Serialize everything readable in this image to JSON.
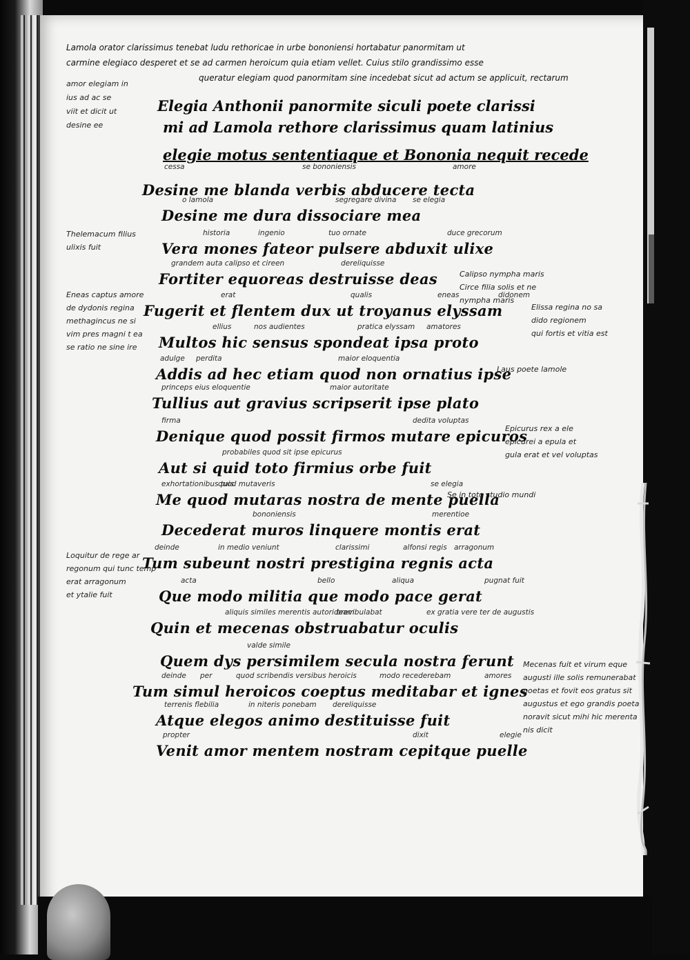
{
  "intro": [
    "Lamola orator clarissimus tenebat ludu rethoricae in urbe bononiensi hortabatur panormitam ut",
    "carmine elegiaco desperet et se ad carmen heroicum quia etiam vellet. Cuius stilo grandissimo esse",
    "queratur elegiam quod panormitam sine incedebat sicut ad actum se applicuit, rectarum"
  ],
  "intro_left_note": [
    "amor elegiam in",
    "ius ad ac se",
    "viit et dicit ut",
    "desine ee"
  ],
  "title": [
    "Elegia Anthonii panormite siculi poete clarissi",
    "mi ad Lamola rethore clarissimus quam latinius",
    "elegie motus sententiaque et Bononia nequit recede"
  ],
  "lines": [
    {
      "gloss": [
        "cessa",
        "se bononiensis",
        "amore"
      ],
      "text": "Desine me blanda verbis abducere tecta"
    },
    {
      "gloss": [
        "o lamola",
        "segregare divina",
        "se elegia"
      ],
      "text": "Desine me dura dissociare mea"
    },
    {
      "gloss": [
        "historia",
        "ingenio",
        "tuo ornate",
        "duce grecorum"
      ],
      "text": "Vera mones fateor pulsere abduxit ulixe"
    },
    {
      "gloss": [
        "grandem aut",
        "a calipso et cireen",
        "dereliquisse"
      ],
      "text": "Fortiter equoreas destruisse deas"
    },
    {
      "gloss": [
        "erat",
        "qualis",
        "eneas",
        "didonem"
      ],
      "text": "Fugerit et flentem dux ut troyanus elyssam"
    },
    {
      "gloss": [
        "ellius",
        "nos audientes",
        "pratica elyssam",
        "amatores"
      ],
      "text": "Multos hic sensus spondeat ipsa proto"
    },
    {
      "gloss": [
        "adulge",
        "perdita",
        "maior eloquentia"
      ],
      "text": "Addis ad hec etiam quod non ornatius ipse"
    },
    {
      "gloss": [
        "princeps eius eloquentie",
        "maior autoritate"
      ],
      "text": "Tullius aut gravius scripserit ipse plato"
    },
    {
      "gloss": [
        "firma",
        "dedita voluptas"
      ],
      "text": "Denique quod possit firmos mutare epicuros"
    },
    {
      "gloss": [
        "probabiles quod sit ipse epicurus"
      ],
      "text": "Aut si quid toto firmius orbe fuit"
    },
    {
      "gloss": [
        "exhortationibus tuis",
        "quod mutaveris",
        "se elegia"
      ],
      "text": "Me quod mutaras nostra de mente puella"
    },
    {
      "gloss": [
        "bononiensis",
        "merentioe"
      ],
      "text": "Decederat muros linquere montis erat"
    },
    {
      "gloss": [
        "deinde",
        "in medio veniunt",
        "clarissimi",
        "alfonsi regis",
        "arragonum"
      ],
      "text": "Tum subeunt nostri prestigina regnis acta"
    },
    {
      "gloss": [
        "acta",
        "bello",
        "aliqua",
        "pugnat fuit"
      ],
      "text": "Que modo militia que modo pace gerat"
    },
    {
      "gloss": [
        "aliquis similes merentis autori brevi",
        "deambulabat",
        "ex gratia vere ter de augustis"
      ],
      "text": "Quin et mecenas obstruabatur oculis"
    },
    {
      "gloss": [
        "valde simile"
      ],
      "text": "Quem dys persimilem secula nostra ferunt"
    },
    {
      "gloss": [
        "deinde",
        "per",
        "quod scribendis versibus heroicis",
        "modo recederebam",
        "amores"
      ],
      "text": "Tum simul heroicos coeptus meditabar et ignes"
    },
    {
      "gloss": [
        "terrenis flebilia",
        "in niteris ponebam",
        "dereliquisse"
      ],
      "text": "Atque elegos animo destituisse fuit"
    },
    {
      "gloss": [
        "propter",
        "dixit",
        "elegie"
      ],
      "text": "Venit amor mentem nostram cepitque puelle"
    }
  ],
  "margin_left": [
    {
      "lines": [
        "Thelemacum filius",
        "ulixis fuit"
      ]
    },
    {
      "lines": [
        "Eneas captus amore",
        "de dydonis regina",
        "methagincus ne si",
        "vim pres magni t ea",
        "se ratio ne sine ire"
      ]
    },
    {
      "lines": [
        "Loquitur de rege ar",
        "regonum qui tunc temp",
        "erat arragonum",
        "et ytalie fuit"
      ]
    }
  ],
  "margin_right": [
    {
      "lines": [
        "Calipso nympha maris",
        "Circe filia solis et ne",
        "nympha maris"
      ]
    },
    {
      "lines": [
        "Elissa regina no sa",
        "dido regionem",
        "qui fortis et vitia est"
      ]
    },
    {
      "lines": [
        "Laus poete lamole"
      ]
    },
    {
      "lines": [
        "Epicurus rex a ele",
        "epicurei a epula et",
        "gula erat et vel voluptas"
      ]
    },
    {
      "lines": [
        "Se in toto studio mundi"
      ]
    },
    {
      "lines": [
        "Mecenas fuit et virum eque",
        "augusti ille solis remunerabat",
        "poetas et fovit eos gratus sit",
        "augustus et ego grandis poeta ho",
        "noravit sicut mihi hic merenta",
        "nis dicit"
      ]
    }
  ],
  "icons": {
    "initial_d": "initial-d-icon",
    "initial_v": "initial-v-icon"
  }
}
